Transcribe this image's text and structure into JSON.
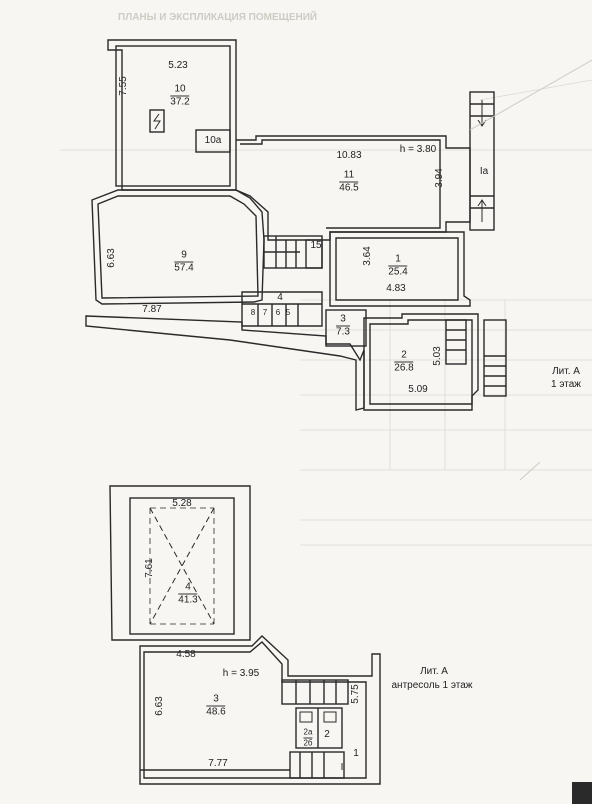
{
  "sheet_title": "ПЛАНЫ И ЭКСПЛИКАЦИЯ ПОМЕЩЕНИЙ",
  "ground_floor": {
    "caption": "Лит. А",
    "subcaption": "1 этаж",
    "height_mark": "h = 3.80",
    "rooms": [
      {
        "no": "10",
        "area": "37.2"
      },
      {
        "no": "10a"
      },
      {
        "no": "11",
        "area": "46.5"
      },
      {
        "no": "9",
        "area": "57.4"
      },
      {
        "no": "15"
      },
      {
        "no": "1",
        "area": "25.4"
      },
      {
        "no": "4"
      },
      {
        "no": "5"
      },
      {
        "no": "6"
      },
      {
        "no": "7"
      },
      {
        "no": "8"
      },
      {
        "no": "3",
        "area": "7.3"
      },
      {
        "no": "2",
        "area": "26.8"
      },
      {
        "no": "Ia"
      }
    ],
    "dimensions": {
      "d523": "5.23",
      "d755": "7.55",
      "d1083": "10.83",
      "d394": "3.94",
      "d663": "6.63",
      "d364": "3.64",
      "d483": "4.83",
      "d787": "7.87",
      "d503": "5.03",
      "d509": "5.09"
    }
  },
  "mezzanine": {
    "caption": "Лит. А",
    "subcaption": "антресоль 1 этаж",
    "height_mark": "h = 3.95",
    "rooms": [
      {
        "no": "4",
        "area": "41.3"
      },
      {
        "no": "3",
        "area": "48.6"
      },
      {
        "no": "2a",
        "area": "2б"
      },
      {
        "no": "2"
      },
      {
        "no": "1"
      },
      {
        "no": "I"
      }
    ],
    "dimensions": {
      "d528": "5.28",
      "d761": "7.61",
      "d458": "4.58",
      "d663": "6.63",
      "d575": "5.75",
      "d777": "7.77"
    }
  },
  "colors": {
    "ink": "#2a2a2a",
    "paper": "#f7f6f3",
    "ghost": "#cfcbc4"
  }
}
